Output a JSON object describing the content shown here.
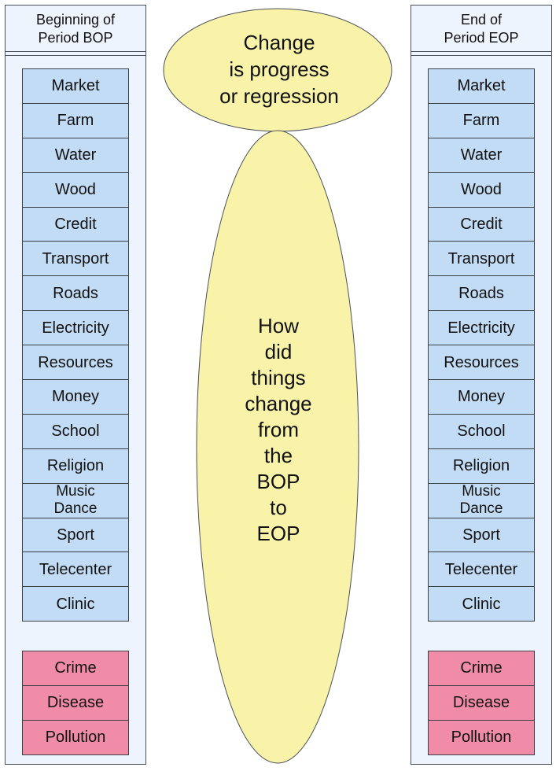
{
  "left_column": {
    "header": [
      "Beginning of",
      "Period BOP"
    ],
    "blue_items": [
      "Market",
      "Farm",
      "Water",
      "Wood",
      "Credit",
      "Transport",
      "Roads",
      "Electricity",
      "Resources",
      "Money",
      "School",
      "Religion",
      "Music\nDance",
      "Sport",
      "Telecenter",
      "Clinic"
    ],
    "pink_items": [
      "Crime",
      "Disease",
      "Pollution"
    ]
  },
  "right_column": {
    "header": [
      "End of",
      "Period EOP"
    ],
    "blue_items": [
      "Market",
      "Farm",
      "Water",
      "Wood",
      "Credit",
      "Transport",
      "Roads",
      "Electricity",
      "Resources",
      "Money",
      "School",
      "Religion",
      "Music\nDance",
      "Sport",
      "Telecenter",
      "Clinic"
    ],
    "pink_items": [
      "Crime",
      "Disease",
      "Pollution"
    ]
  },
  "top_ellipse": {
    "lines": [
      "Change",
      "is progress",
      "or regression"
    ]
  },
  "middle_ellipse": {
    "lines": [
      "How",
      "did",
      "things",
      "change",
      "from",
      "the",
      "BOP",
      "to",
      "EOP"
    ]
  },
  "colors": {
    "ellipse_fill": "#f8f3a8",
    "blue_cell": "#c3dcf5",
    "pink_cell": "#f08ca8",
    "column_bg": "#eef4fd"
  }
}
